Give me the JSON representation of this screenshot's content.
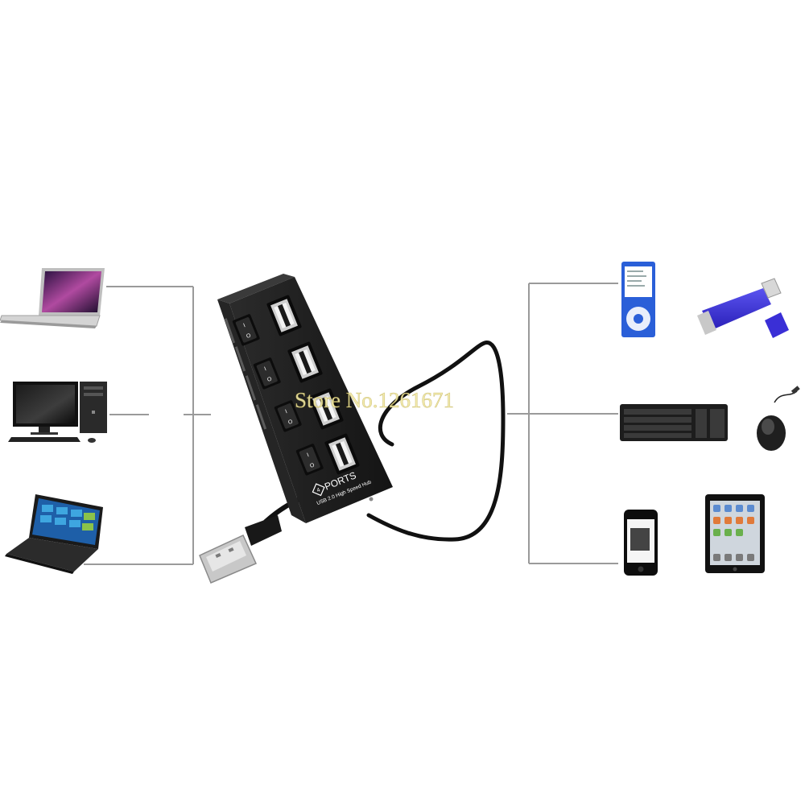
{
  "hub": {
    "ports_label": "PORTS",
    "port_count_glyph": "4",
    "subtitle": "USB 2.0 High Speed Hub"
  },
  "watermark": "Store No.1261671",
  "devices": {
    "left": [
      "laptop",
      "desktop-computer",
      "tablet-with-keyboard"
    ],
    "right": [
      "mp3-player",
      "usb-flash-drive",
      "keyboard",
      "mouse",
      "smartphone",
      "tablet"
    ]
  },
  "colors": {
    "hub_body": "#1c1c1c",
    "connector_line": "#9a9a9a",
    "flash_drive": "#3a2fd6",
    "mp3_player": "#2a5fd8"
  }
}
